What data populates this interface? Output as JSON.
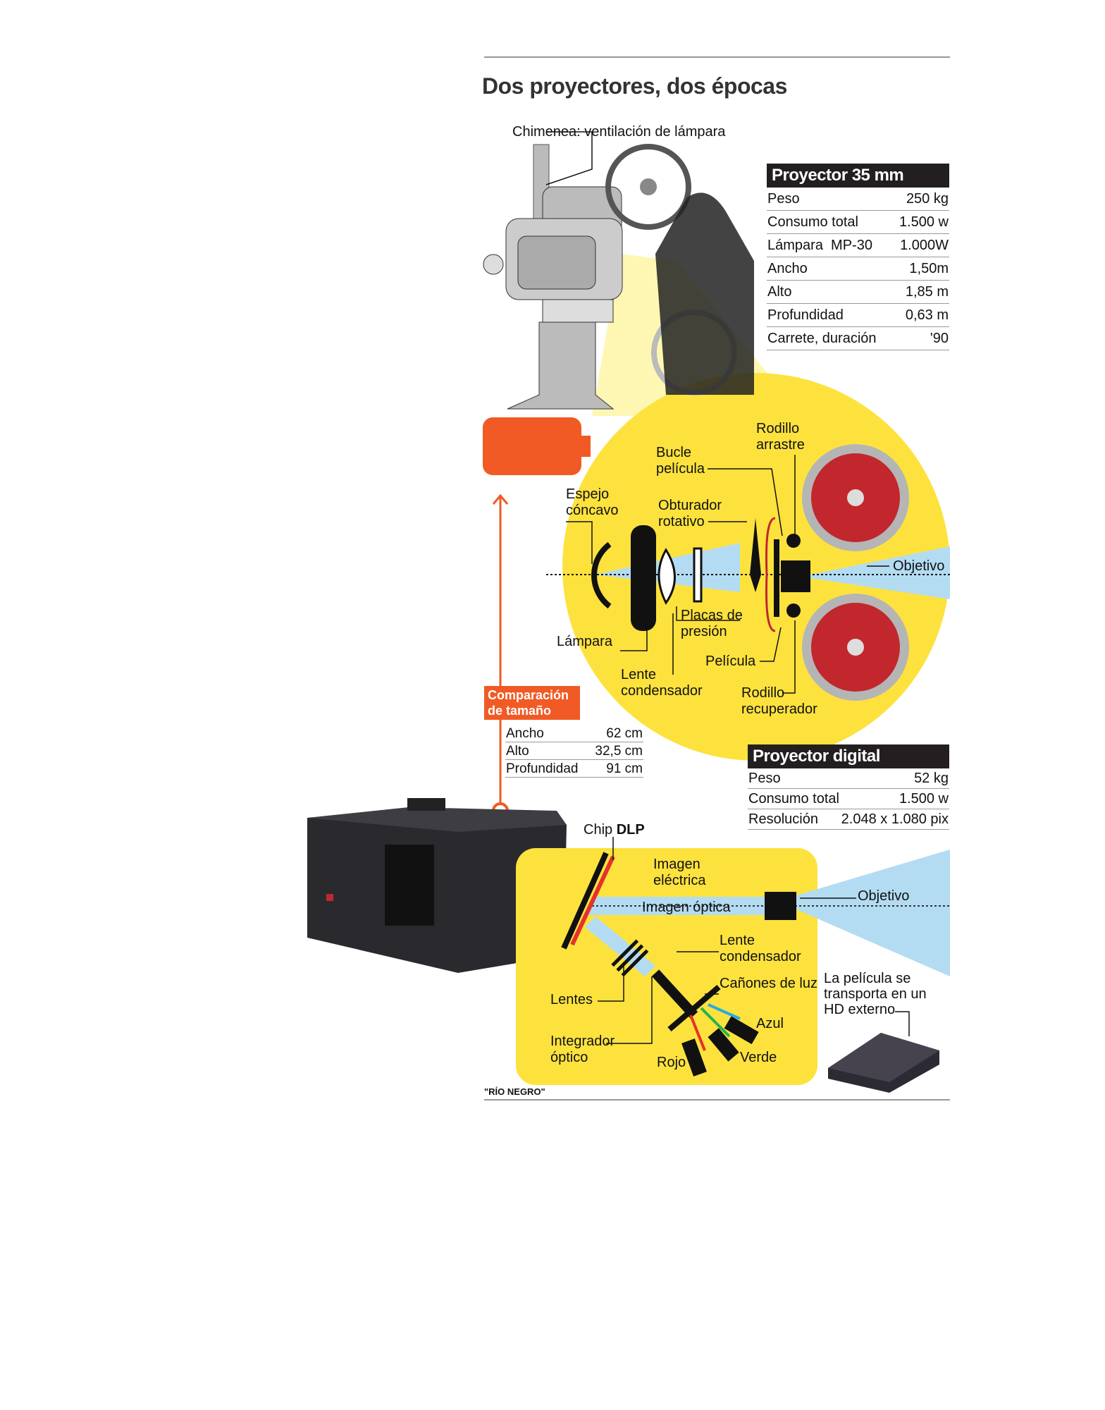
{
  "title": "Dos proyectores, dos épocas",
  "film_projector": {
    "chimney_label": "Chimenea: ventilación de lámpara",
    "table_title": "Proyector 35 mm",
    "rows": [
      {
        "label": "Peso",
        "value": "250 kg"
      },
      {
        "label": "Consumo total",
        "value": "1.500 w"
      },
      {
        "label": "Lámpara  MP-30",
        "value": "1.000W"
      },
      {
        "label": "Ancho",
        "value": "1,50m"
      },
      {
        "label": "Alto",
        "value": "1,85 m"
      },
      {
        "label": "Profundidad",
        "value": "0,63 m"
      },
      {
        "label": "Carrete, duración",
        "value": "'90"
      }
    ],
    "labels": {
      "bucle": "Bucle película",
      "rodillo_arrastre": "Rodillo arrastre",
      "espejo": "Espejo cóncavo",
      "obturador": "Obturador rotativo",
      "objetivo": "Objetivo",
      "placas": "Placas de presión",
      "lampara": "Lámpara",
      "pelicula": "Película",
      "lente": "Lente condensador",
      "rodillo_recuperador": "Rodillo recuperador"
    }
  },
  "size_comparison": {
    "title": "Comparación de tamaño",
    "rows": [
      {
        "label": "Ancho",
        "value": "62 cm"
      },
      {
        "label": "Alto",
        "value": "32,5 cm"
      },
      {
        "label": "Profundidad",
        "value": "91 cm"
      }
    ]
  },
  "digital_projector": {
    "table_title": "Proyector digital",
    "rows": [
      {
        "label": "Peso",
        "value": "52 kg"
      },
      {
        "label": "Consumo total",
        "value": "1.500 w"
      },
      {
        "label": "Resolución",
        "value": "2.048 x 1.080 pix"
      }
    ],
    "labels": {
      "chip": "Chip",
      "chip_bold": "DLP",
      "imagen_electrica": "Imagen eléctrica",
      "imagen_optica": "Imagen óptica",
      "objetivo": "Objetivo",
      "lente": "Lente condensador",
      "canones": "Cañones de luz",
      "lentes": "Lentes",
      "azul": "Azul",
      "integrador": "Integrador óptico",
      "rojo": "Rojo",
      "verde": "Verde",
      "hd": "La película se transporta en un HD externo"
    }
  },
  "source": "\"RÍO NEGRO\"",
  "colors": {
    "yellow": "#fde23e",
    "orange": "#f15a24",
    "blue": "#b3dcf2",
    "red": "#c1272d",
    "gray": "#b5b5b5"
  }
}
